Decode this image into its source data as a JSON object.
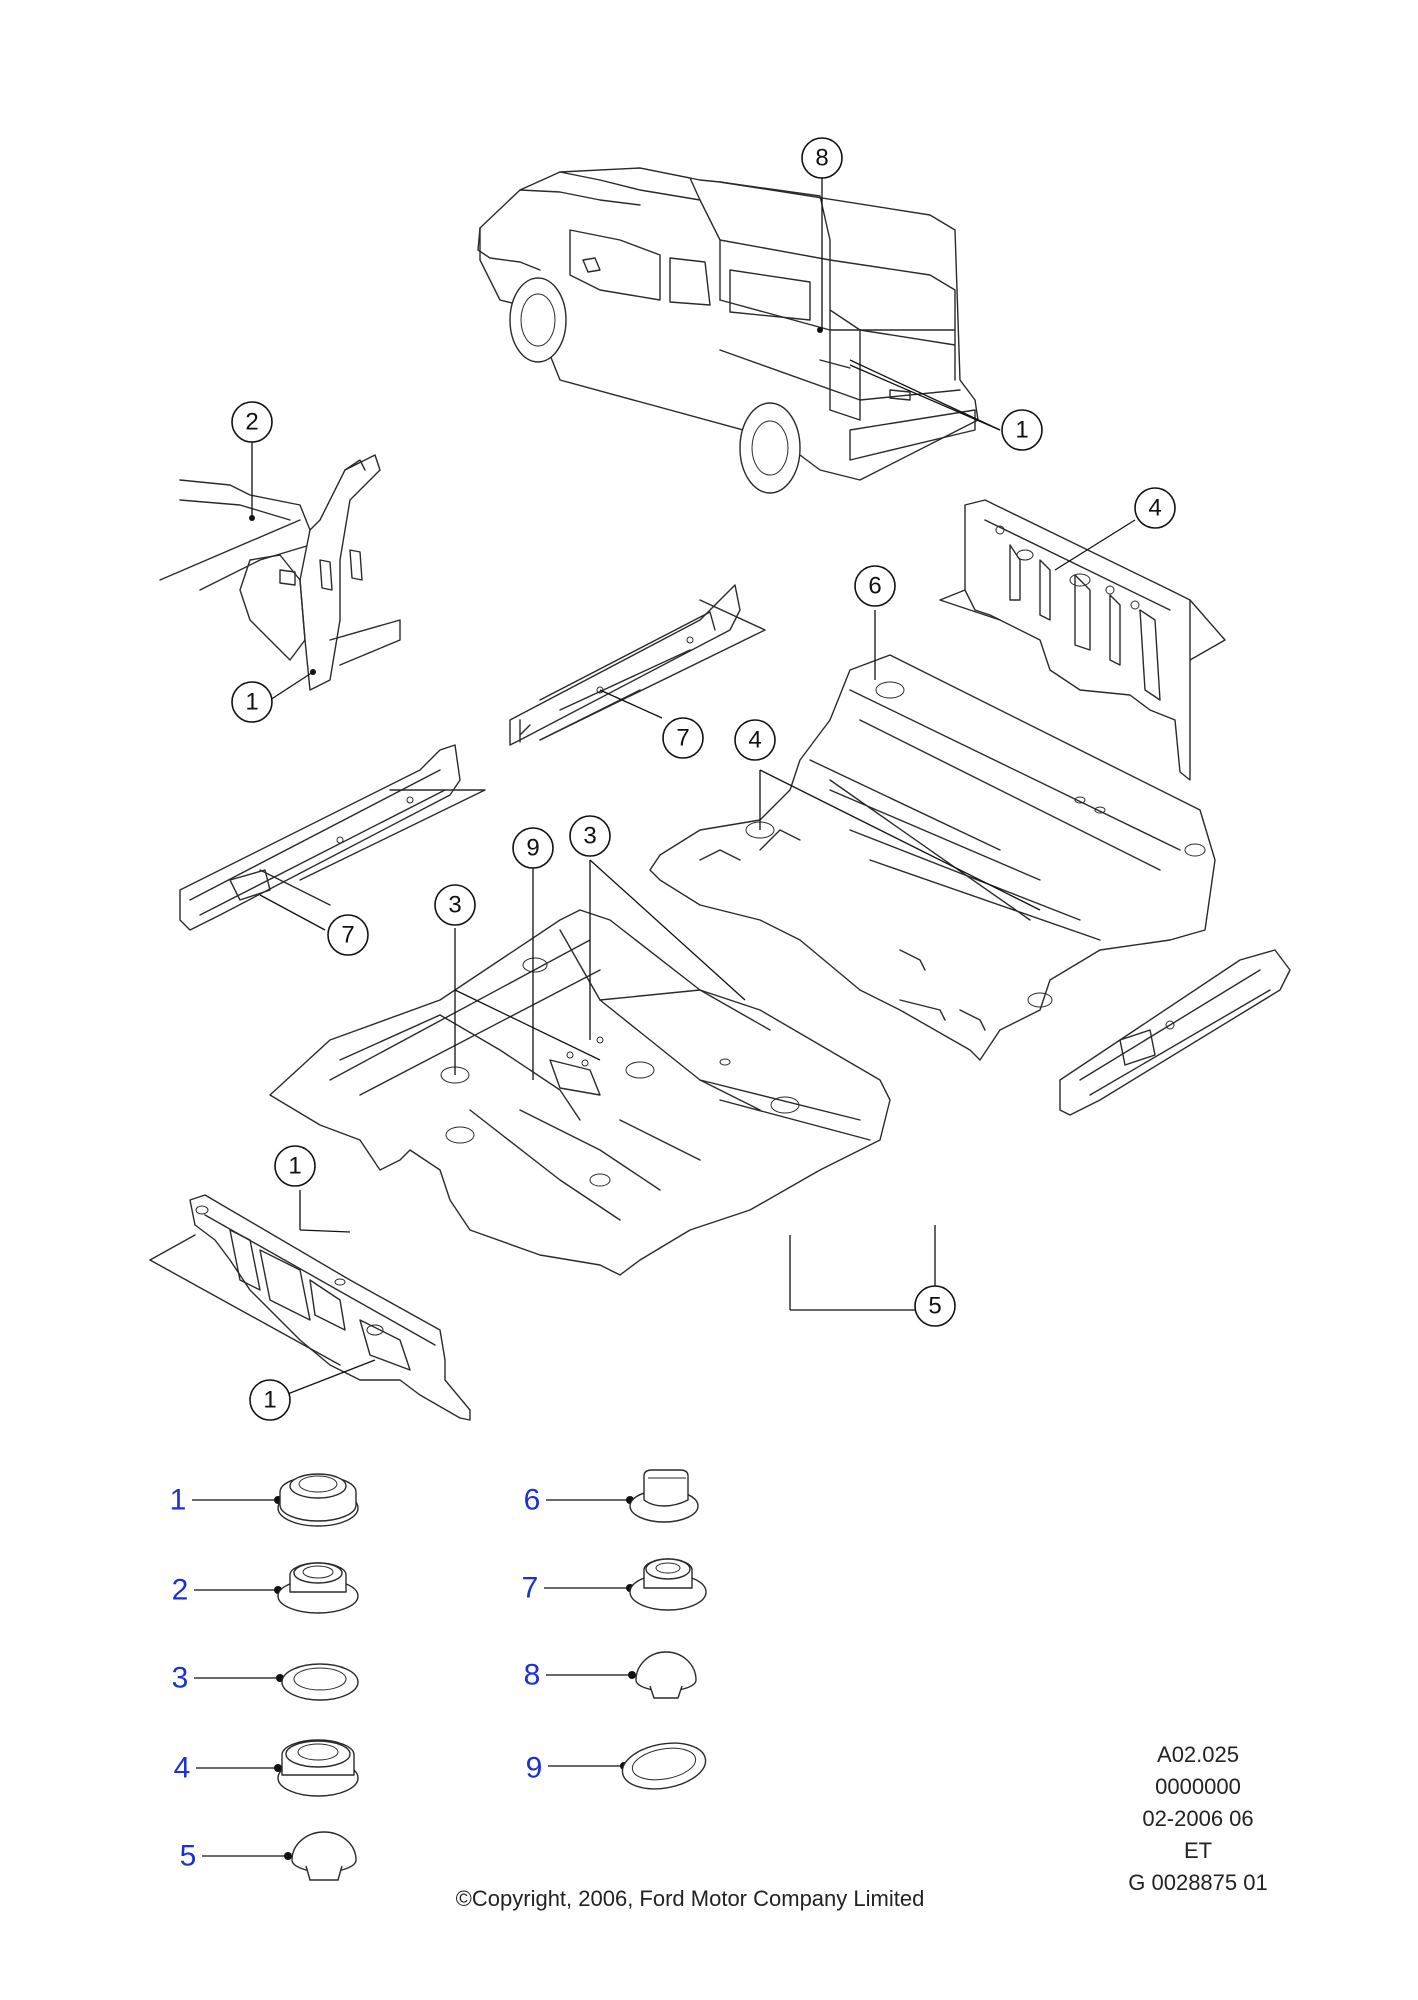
{
  "callouts": [
    {
      "label": "8"
    },
    {
      "label": "1"
    },
    {
      "label": "2"
    },
    {
      "label": "1"
    },
    {
      "label": "4"
    },
    {
      "label": "6"
    },
    {
      "label": "7"
    },
    {
      "label": "7"
    },
    {
      "label": "4"
    },
    {
      "label": "9"
    },
    {
      "label": "3"
    },
    {
      "label": "3"
    },
    {
      "label": "1"
    },
    {
      "label": "1"
    },
    {
      "label": "5"
    }
  ],
  "legend": [
    {
      "number": "1",
      "part": "grommet"
    },
    {
      "number": "2",
      "part": "grommet"
    },
    {
      "number": "3",
      "part": "grommet-ring"
    },
    {
      "number": "4",
      "part": "grommet"
    },
    {
      "number": "5",
      "part": "plug"
    },
    {
      "number": "6",
      "part": "square-plug"
    },
    {
      "number": "7",
      "part": "grommet"
    },
    {
      "number": "8",
      "part": "plug"
    },
    {
      "number": "9",
      "part": "oval-plug"
    }
  ],
  "reference": {
    "line1": "A02.025",
    "line2": "0000000",
    "line3": "02-2006 06",
    "line4": "ET",
    "line5": "G 0028875 01"
  },
  "copyright": "©Copyright, 2006, Ford Motor Company Limited",
  "colors": {
    "legend_number": "#1a2fd6",
    "line": "#2a2a2a"
  }
}
